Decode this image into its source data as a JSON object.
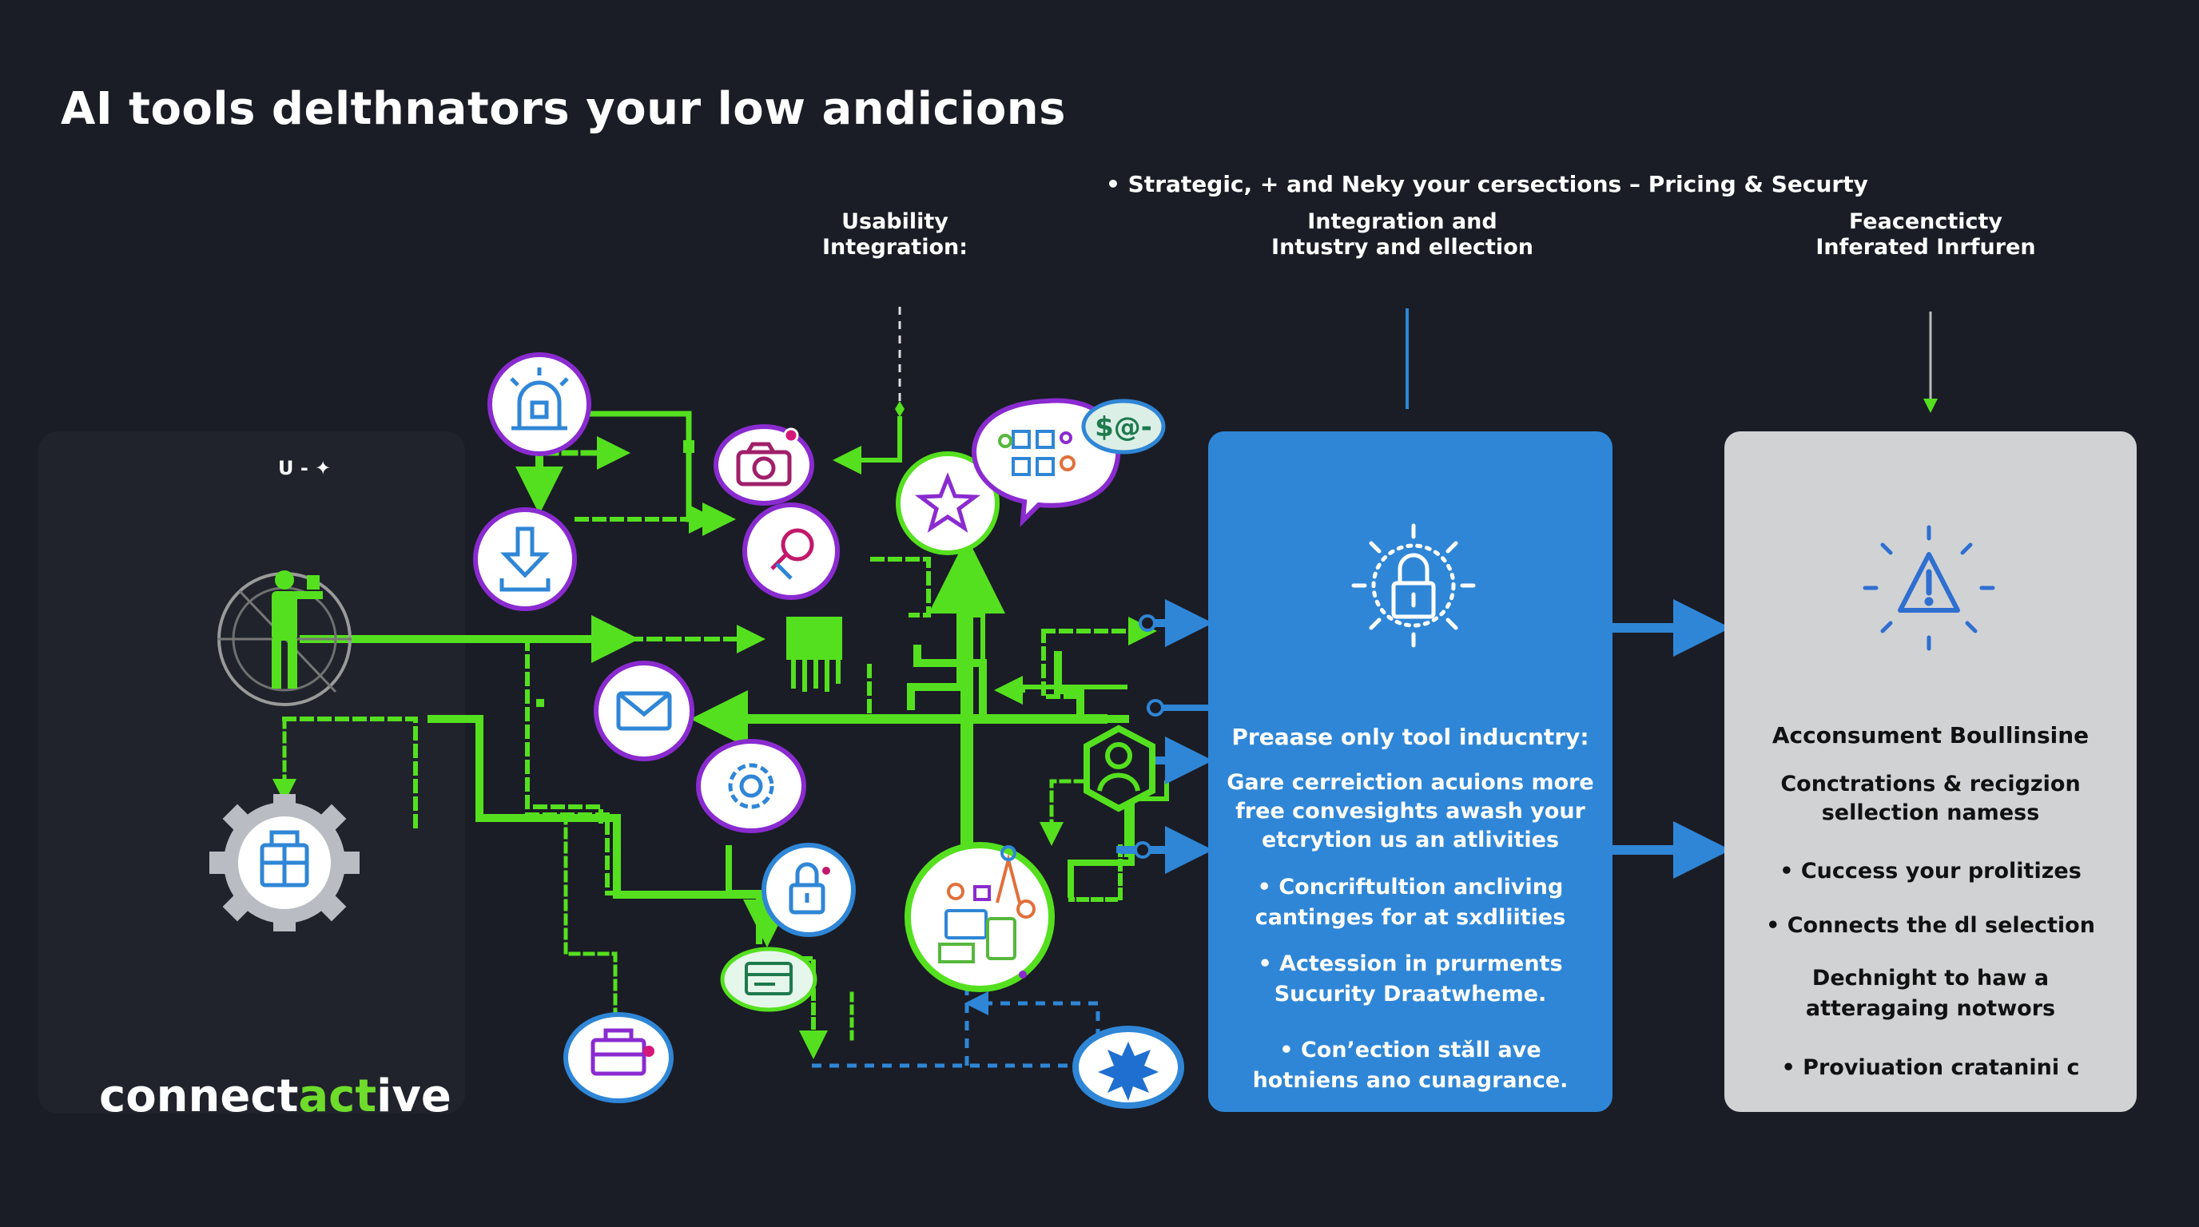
{
  "header": {
    "title": "AI tools delthnators your low andicions",
    "subtitle": "• Strategic, + and Neky your cersections – Pricing & Securty"
  },
  "columns": {
    "usability": [
      "Usability",
      "Integration:"
    ],
    "integration": [
      "Integration and",
      "Intustry and ellection"
    ],
    "feacencticty": [
      "Feacencticty",
      "Inferated Inrfuren"
    ]
  },
  "left_panel": {
    "label": "U - ✦",
    "brand_prefix": "connect",
    "brand_highlight": "act",
    "brand_suffix": "ive"
  },
  "blue_card": {
    "title": "Preaase only tool inducntry:",
    "body": [
      "Gare cerreiction acuions more",
      "free convesights awash your",
      "etcrytion us an atlivities"
    ],
    "items": [
      [
        "• Concriftultion ancliving",
        "cantinges for at sxdliities"
      ],
      [
        "• Actession in prurments",
        "Sucurity Draatwheme."
      ],
      [
        "• Con’ection stǎll ave",
        "hotniens ano cunagrance."
      ]
    ]
  },
  "gray_card": {
    "title": "Acconsument Boullinsine",
    "body": [
      "Conctrations & recigzion",
      "sellection namess"
    ],
    "items": [
      [
        "• Cuccess your prolitizes"
      ],
      [
        "• Connects the dl selection"
      ],
      [
        "Dechnight to haw a",
        "atteragaing notwors"
      ],
      [
        "• Proviuation cratanini c"
      ]
    ]
  },
  "node_icons": {
    "bulb": "alarm-light-icon",
    "download": "download-icon",
    "camera": "camera-icon",
    "link": "link-icon",
    "star": "star-icon",
    "chat": "chat-bubble-icon",
    "money": "currency-badge-icon",
    "mail": "mail-icon",
    "gear": "gear-icon",
    "lock": "padlock-icon",
    "card": "credit-card-icon",
    "briefcase": "briefcase-icon",
    "badge": "badge-burst-icon",
    "person": "person-icon",
    "cloud-lock": "secure-cloud-icon",
    "user-shield": "user-shield-icon",
    "hub": "network-hub-icon",
    "warning": "warning-icon"
  },
  "colors": {
    "background": "#1a1d26",
    "green": "#55e01f",
    "blue": "#2f86d6",
    "gray_card": "#d1d2d4",
    "purple": "#8a2bd0"
  }
}
